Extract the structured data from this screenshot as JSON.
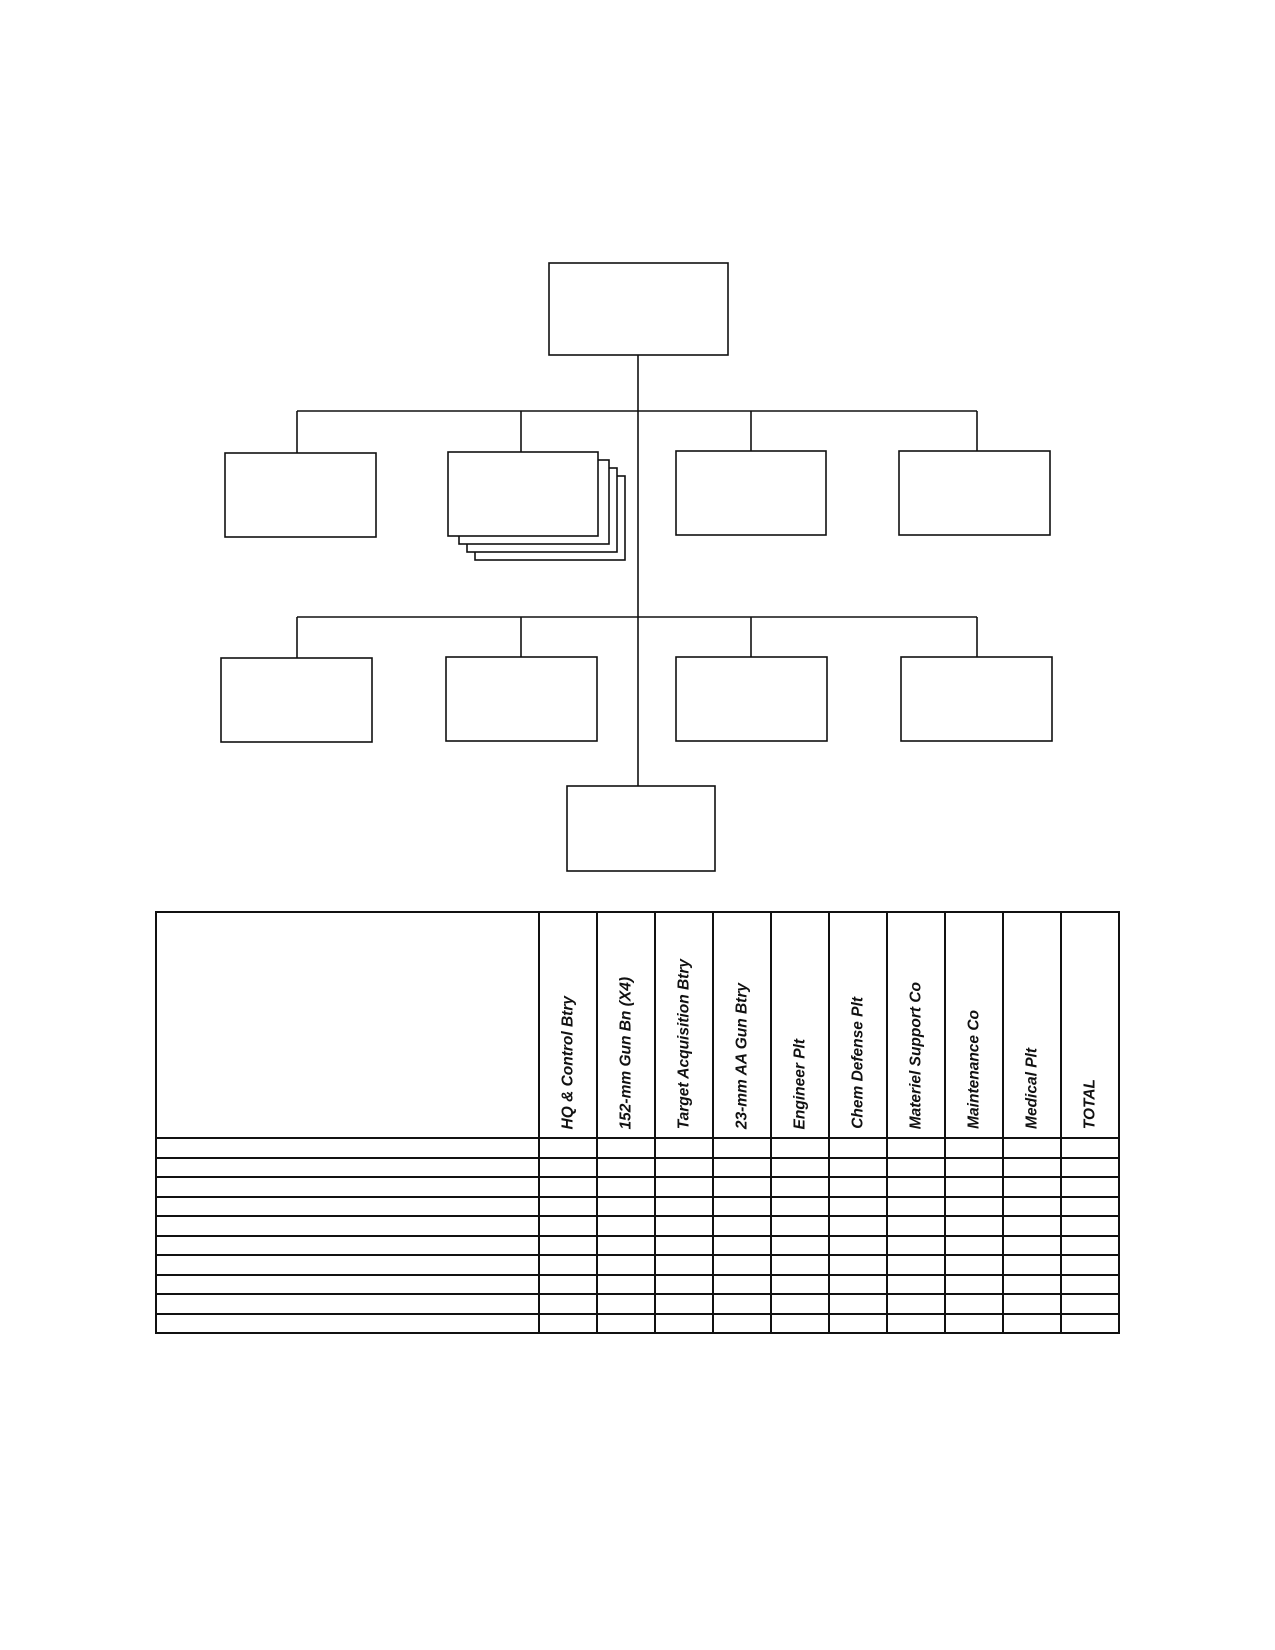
{
  "table": {
    "columns": [
      "HQ & Control Btry",
      "152-mm Gun Bn (X4)",
      "Target Acquisition Btry",
      "23-mm AA Gun Btry",
      "Engineer Plt",
      "Chem Defense Plt",
      "Materiel Support Co",
      "Maintenance Co",
      "Medical Plt",
      "TOTAL"
    ],
    "body_rows": 10
  },
  "colors": {
    "line": "#111111",
    "background": "#ffffff"
  }
}
